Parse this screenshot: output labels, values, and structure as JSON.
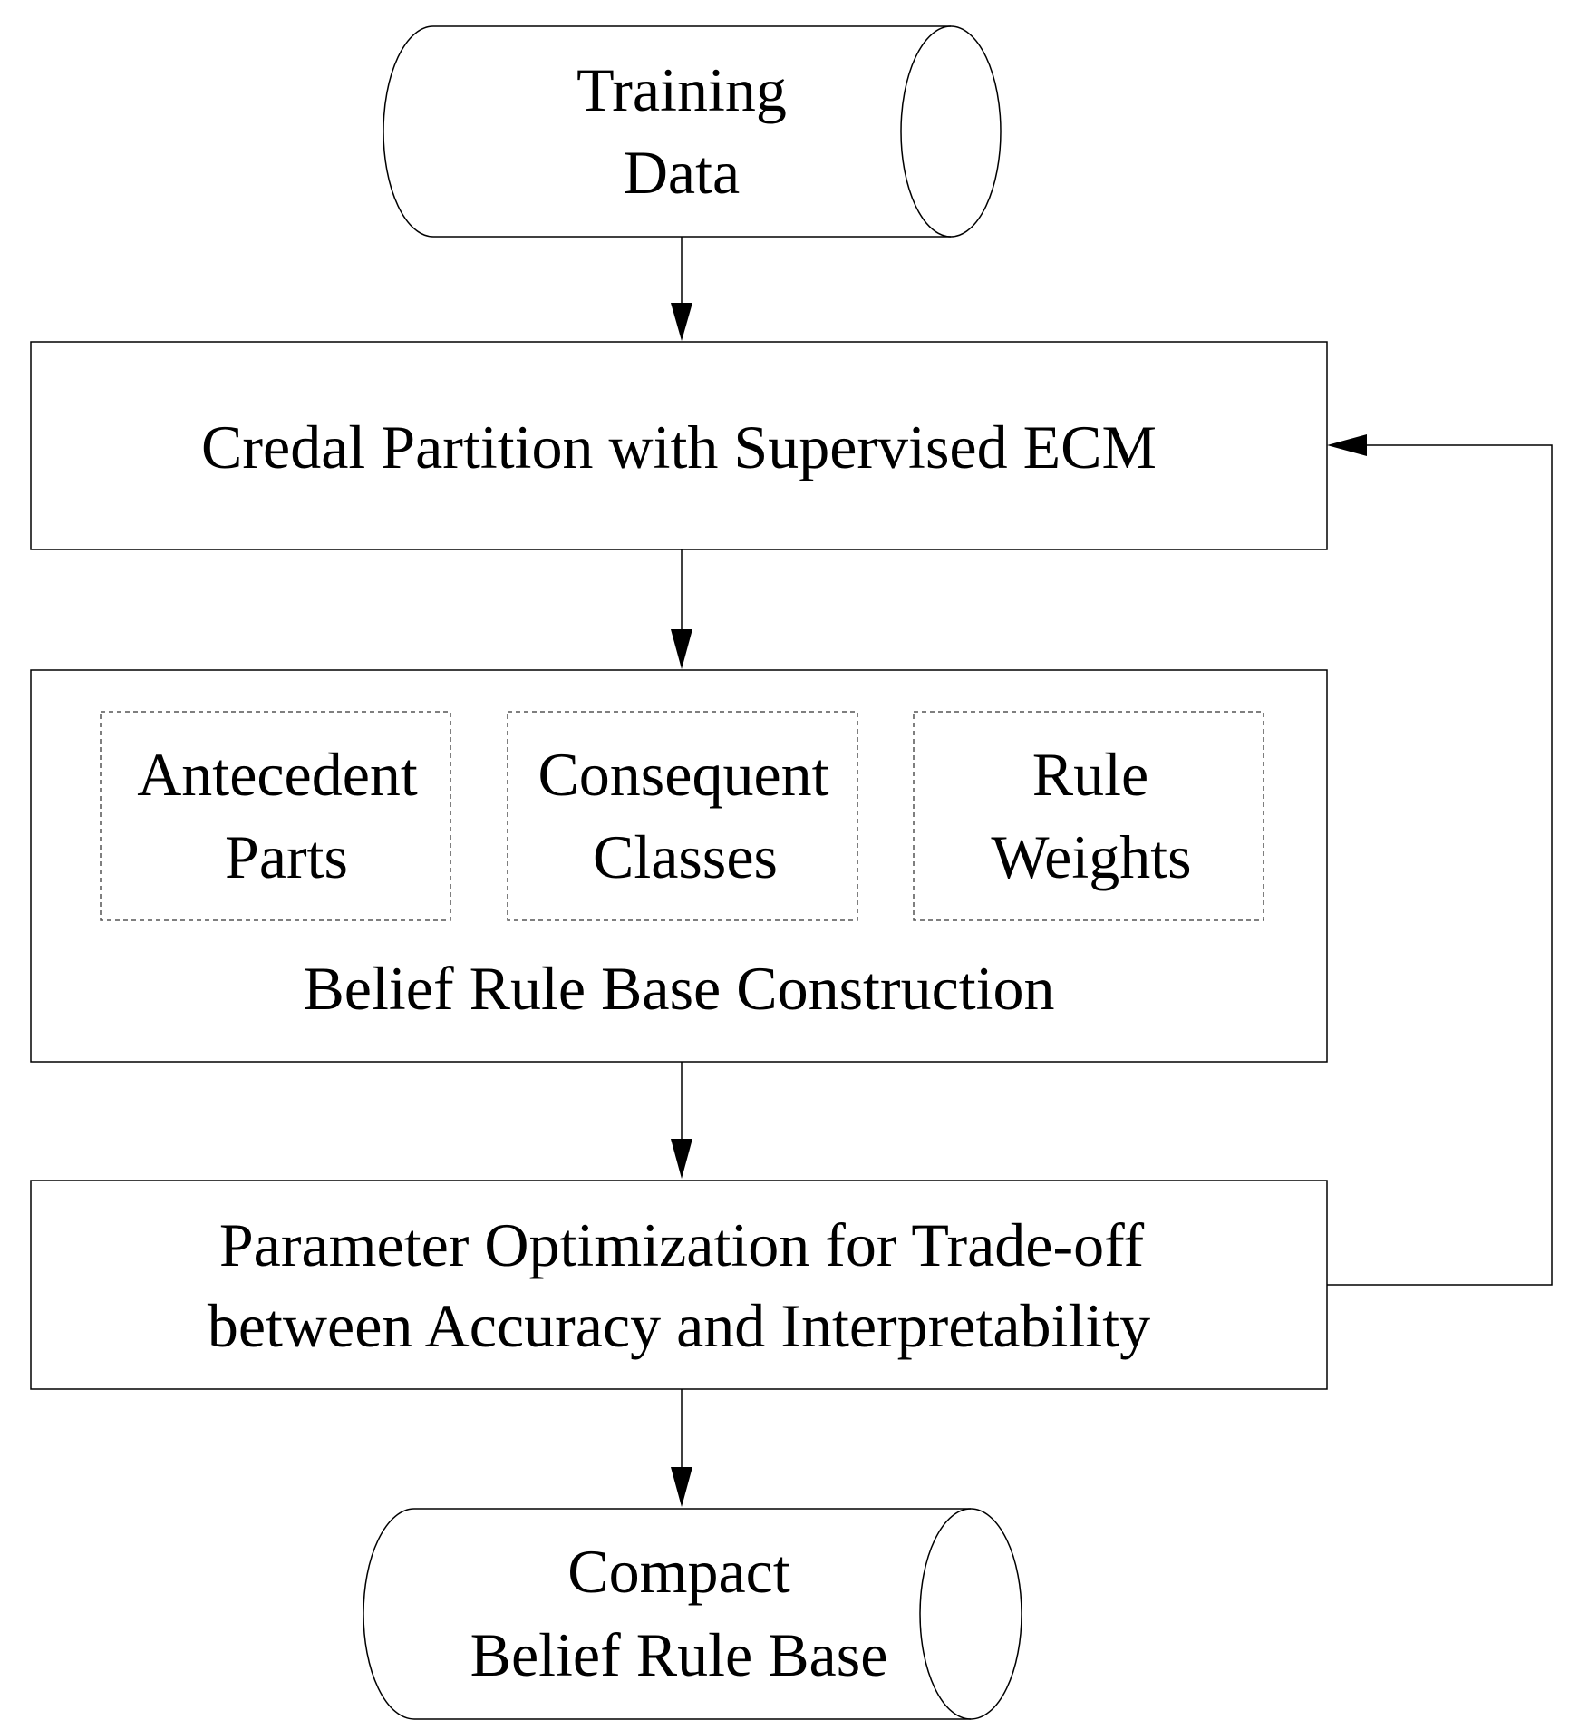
{
  "nodes": {
    "training_data": {
      "line1": "Training",
      "line2": "Data"
    },
    "credal_partition": {
      "label": "Credal Partition with Supervised ECM"
    },
    "brb_construction": {
      "title": "Belief Rule Base Construction",
      "antecedent": {
        "line1": "Antecedent",
        "line2": "Parts"
      },
      "consequent": {
        "line1": "Consequent",
        "line2": "Classes"
      },
      "rule_weights": {
        "line1": "Rule",
        "line2": "Weights"
      }
    },
    "parameter_optimization": {
      "line1": "Parameter Optimization for Trade-off",
      "line2": "between Accuracy and Interpretability"
    },
    "compact_brb": {
      "line1": "Compact",
      "line2": "Belief Rule Base"
    }
  }
}
